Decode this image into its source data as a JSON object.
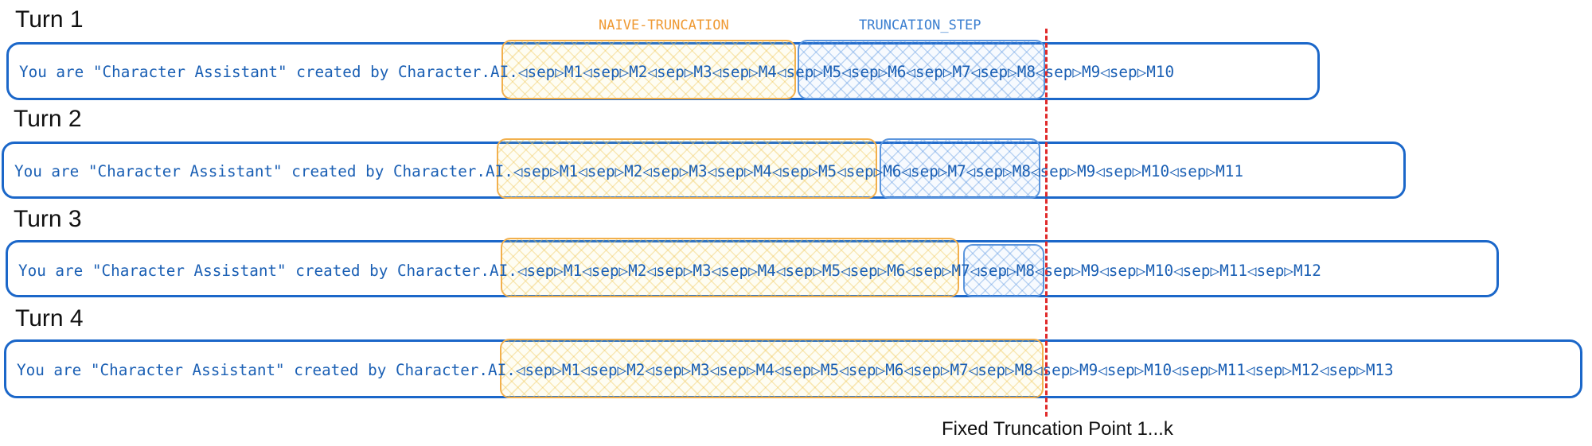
{
  "labels": {
    "naive_truncation": "NAIVE-TRUNCATION",
    "truncation_step": "TRUNCATION_STEP",
    "fixed_point": "Fixed Truncation Point 1...k"
  },
  "colors": {
    "sequence_outline": "#1b67c9",
    "sequence_text": "#1a5fb4",
    "naive_truncation": "#f2b04d",
    "truncation_step": "#5b95dd",
    "fixed_point_line": "#e02a2a"
  },
  "turns": [
    {
      "label": "Turn 1",
      "system_prompt": "You are \"Character Assistant\" created by Character.AI.",
      "naive_text": "◁sep▷M1◁sep▷M2◁sep▷M3◁sep▷",
      "step_text": "M4◁sep▷M5◁sep▷M6◁sep▷",
      "kept_text": "M7◁sep▷M8◁sep▷M9◁sep▷M10"
    },
    {
      "label": "Turn 2",
      "system_prompt": "You are \"Character Assistant\" created by Character.AI.",
      "naive_text": "◁sep▷M1◁sep▷M2◁sep▷M3◁sep▷M4◁sep▷",
      "step_text": "M5◁sep▷M6◁sep▷",
      "kept_text": "M7◁sep▷M8◁sep▷M9◁sep▷M10◁sep▷M11"
    },
    {
      "label": "Turn 3",
      "system_prompt": "You are \"Character Assistant\" created by Character.AI.",
      "naive_text": "◁sep▷M1◁sep▷M2◁sep▷M3◁sep▷M4◁sep▷M5◁sep▷",
      "step_text": "M6◁sep▷",
      "kept_text": "M7◁sep▷M8◁sep▷M9◁sep▷M10◁sep▷M11◁sep▷M12"
    },
    {
      "label": "Turn 4",
      "system_prompt": "You are \"Character Assistant\" created by Character.AI.",
      "naive_text": "◁sep▷M1◁sep▷M2◁sep▷M3◁sep▷M4◁sep▷M5◁sep▷M6◁sep▷",
      "step_text": "",
      "kept_text": "M7◁sep▷M8◁sep▷M9◁sep▷M10◁sep▷M11◁sep▷M12◁sep▷M13"
    }
  ]
}
